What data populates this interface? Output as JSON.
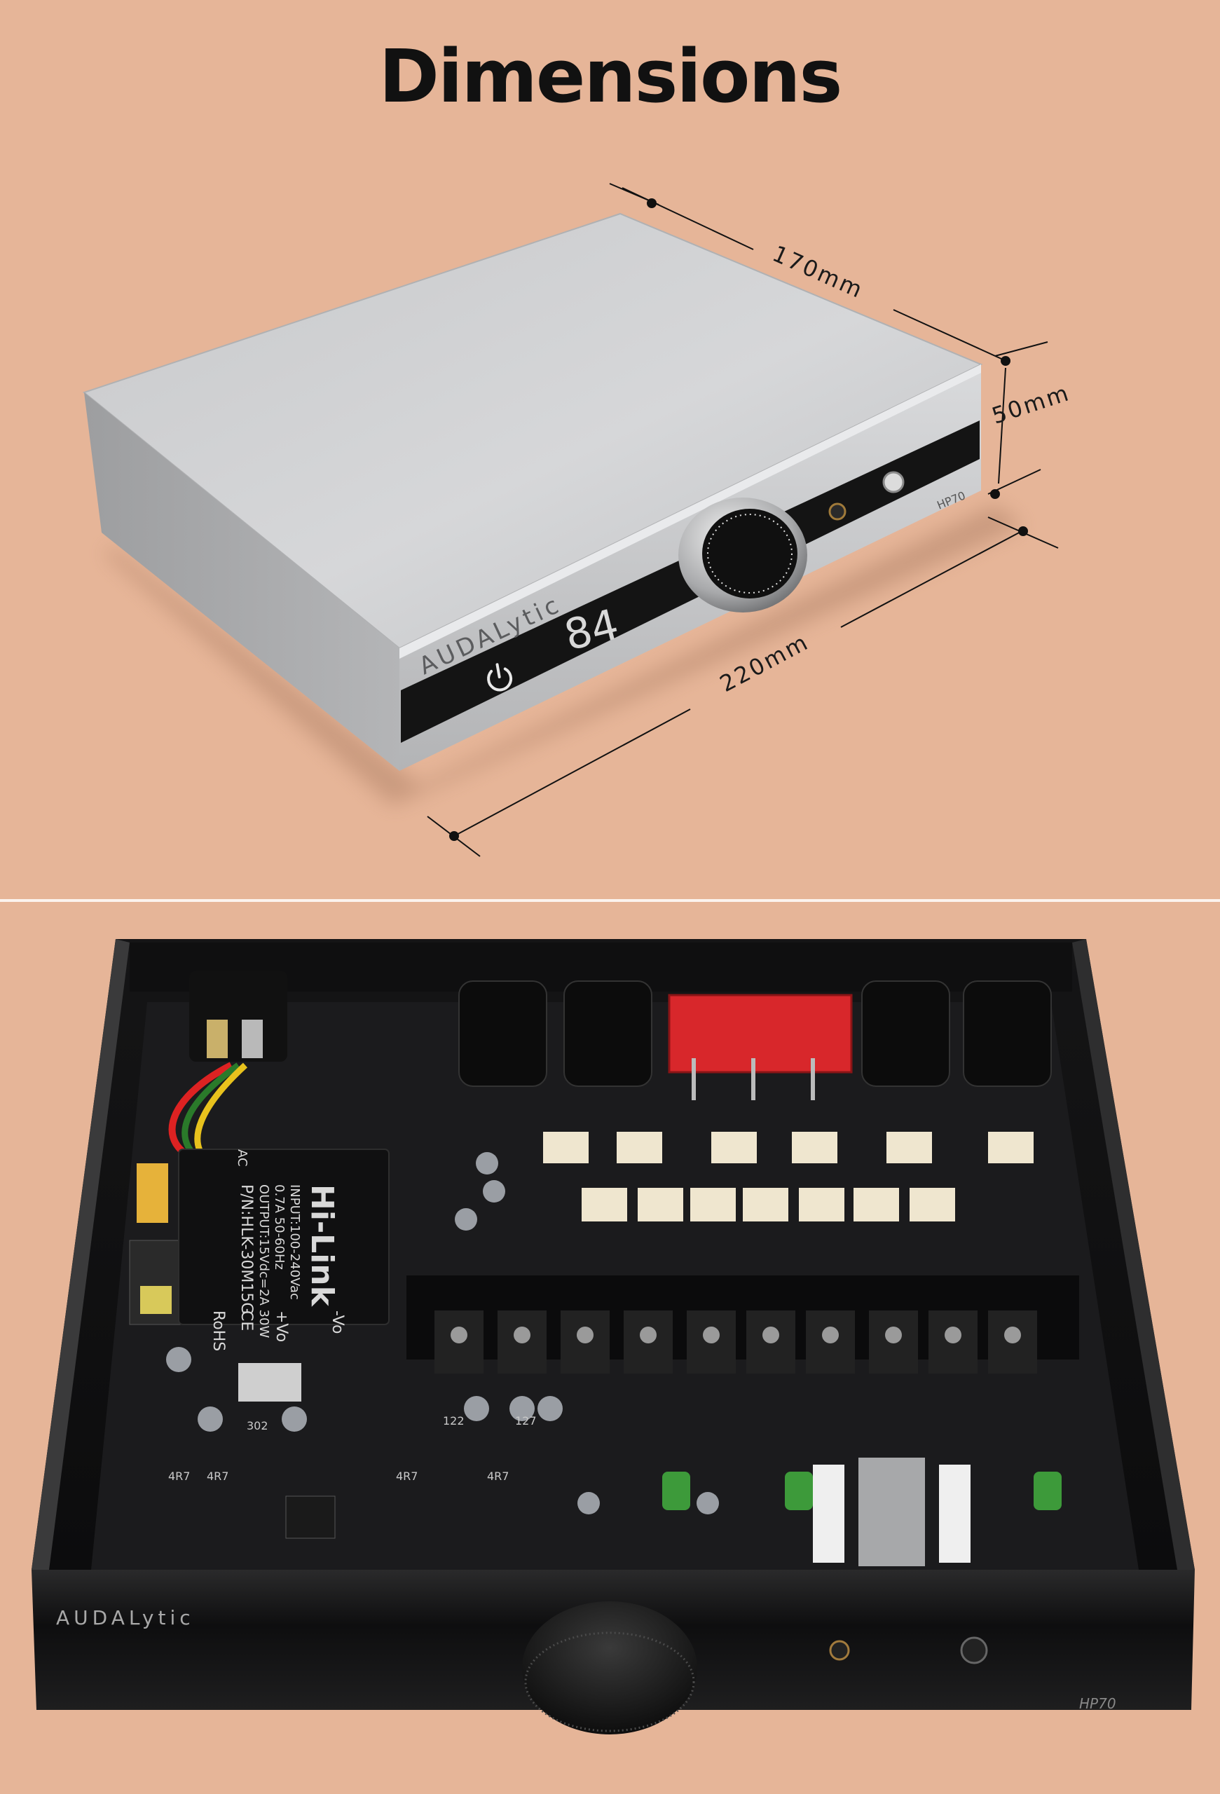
{
  "page": {
    "title": "Dimensions",
    "background": "#e6b598"
  },
  "dimensions": {
    "depth": "170mm",
    "height": "50mm",
    "width": "220mm"
  },
  "device": {
    "brand": "AUDALytic",
    "model": "HP70",
    "display_value": "84",
    "colors": {
      "silver": "#c3c4c6",
      "black": "#141414",
      "pcb": "#1b1b1d",
      "connector_red": "#d8272b",
      "relay_cream": "#efe6cf",
      "capacitor_green": "#3d9a3a"
    }
  },
  "pcb": {
    "psu_module": {
      "brand": "Hi-Link",
      "ac": "AC",
      "input": "INPUT:100-240Vac",
      "input_freq": "0.7A 50-60Hz",
      "output": "OUTPUT:15Vdc=2A 30W",
      "part_no": "P/N:HLK-30M15G",
      "rohs": "RoHS",
      "plus_vo": "+Vo",
      "minus_vo": "-Vo",
      "ce": "CE"
    },
    "labels": [
      "302",
      "4R7",
      "4R7",
      "4R7",
      "4R7",
      "122",
      "127"
    ]
  }
}
